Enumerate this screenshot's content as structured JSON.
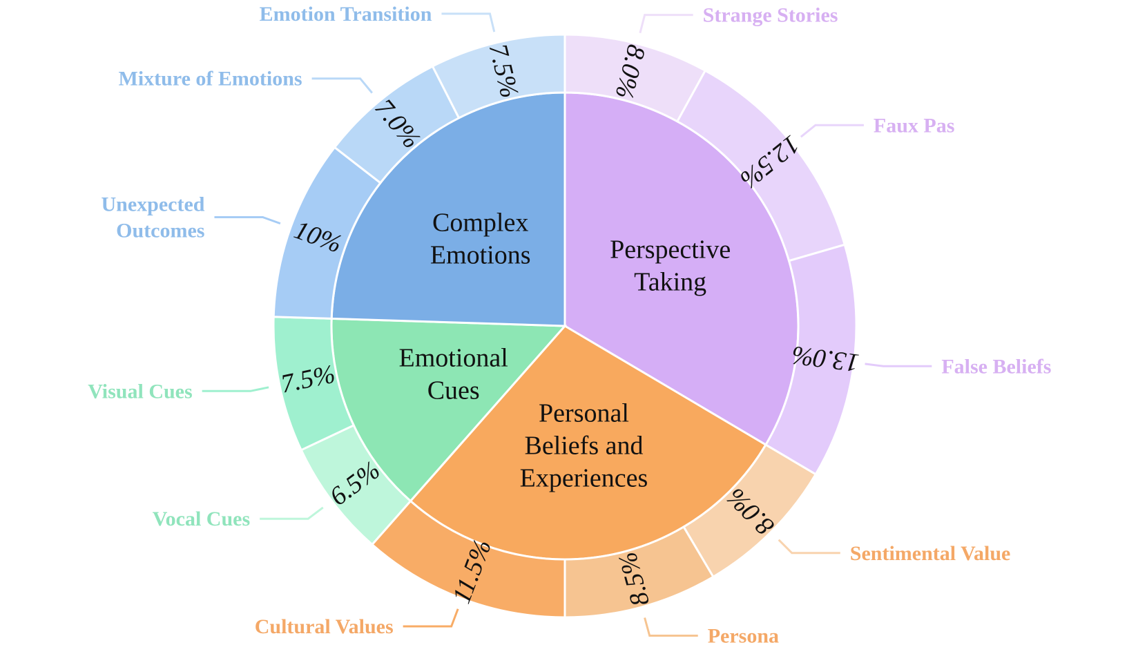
{
  "chart_data": {
    "type": "pie",
    "subtype": "nested-donut",
    "inner": [
      {
        "name": "Perspective Taking",
        "lines": [
          "Perspective",
          "Taking"
        ],
        "value": 33.5,
        "color": "#D5AEF6"
      },
      {
        "name": "Personal Beliefs and Experiences",
        "lines": [
          "Personal",
          "Beliefs and",
          "Experiences"
        ],
        "value": 28.0,
        "color": "#F8A95E"
      },
      {
        "name": "Emotional Cues",
        "lines": [
          "Emotional",
          "Cues"
        ],
        "value": 14.0,
        "color": "#8DE6B4"
      },
      {
        "name": "Complex Emotions",
        "lines": [
          "Complex",
          "Emotions"
        ],
        "value": 24.5,
        "color": "#7BAEE6"
      }
    ],
    "outer": [
      {
        "name": "Strange Stories",
        "lines": [
          "Strange Stories"
        ],
        "pct_label": "8.0%",
        "value": 8.0,
        "color": "#EEDFF9",
        "text_color": "#D7B0F2"
      },
      {
        "name": "Faux Pas",
        "lines": [
          "Faux Pas"
        ],
        "pct_label": "12.5%",
        "value": 12.5,
        "color": "#E8D5FB",
        "text_color": "#D7B0F2"
      },
      {
        "name": "False Beliefs",
        "lines": [
          "False Beliefs"
        ],
        "pct_label": "13.0%",
        "value": 13.0,
        "color": "#E3CBFB",
        "text_color": "#D7B0F2"
      },
      {
        "name": "Sentimental Value",
        "lines": [
          "Sentimental Value"
        ],
        "pct_label": "8.0%",
        "value": 8.0,
        "color": "#F8D3AE",
        "text_color": "#F4A867"
      },
      {
        "name": "Persona",
        "lines": [
          "Persona"
        ],
        "pct_label": "8.5%",
        "value": 8.5,
        "color": "#F6C491",
        "text_color": "#F4A867"
      },
      {
        "name": "Cultural Values",
        "lines": [
          "Cultural Values"
        ],
        "pct_label": "11.5%",
        "value": 11.5,
        "color": "#F8AC66",
        "text_color": "#F4A867"
      },
      {
        "name": "Vocal Cues",
        "lines": [
          "Vocal Cues"
        ],
        "pct_label": "6.5%",
        "value": 6.5,
        "color": "#BEF6DB",
        "text_color": "#90E4BC"
      },
      {
        "name": "Visual Cues",
        "lines": [
          "Visual Cues"
        ],
        "pct_label": "7.5%",
        "value": 7.5,
        "color": "#9FF0CF",
        "text_color": "#90E4BC"
      },
      {
        "name": "Unexpected Outcomes",
        "lines": [
          "Unexpected",
          "Outcomes"
        ],
        "pct_label": "10%",
        "value": 10.0,
        "color": "#A6CCF5",
        "text_color": "#8FBCEA"
      },
      {
        "name": "Mixture of Emotions",
        "lines": [
          "Mixture of Emotions"
        ],
        "pct_label": "7.0%",
        "value": 7.0,
        "color": "#B9D8F7",
        "text_color": "#8FBCEA"
      },
      {
        "name": "Emotion Transition",
        "lines": [
          "Emotion Transition"
        ],
        "pct_label": "7.5%",
        "value": 7.5,
        "color": "#C8E0F8",
        "text_color": "#8FBCEA"
      }
    ],
    "legend": "none",
    "grid": false
  }
}
